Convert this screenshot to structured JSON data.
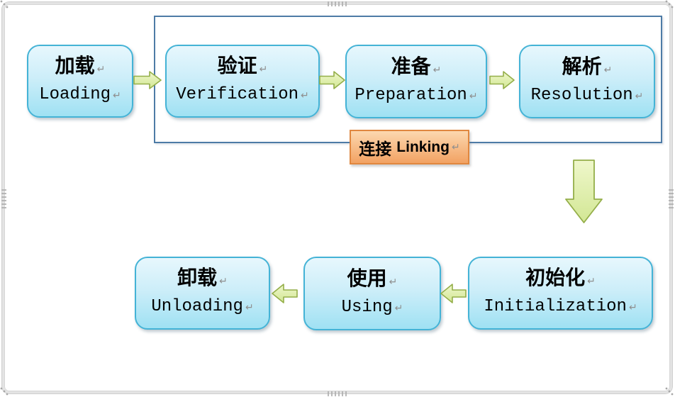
{
  "colors": {
    "box-fill-top": "#e7f7fd",
    "box-fill-bottom": "#9fe1f3",
    "box-border": "#44b3d6",
    "arrow-fill-top": "#eff7cb",
    "arrow-fill-bottom": "#d2e794",
    "arrow-border": "#94ae49",
    "link-fill-top": "#fcd8af",
    "link-fill-bottom": "#f2a263",
    "link-border": "#e0873f",
    "group-border": "#4d7ba6",
    "frame-gray": "#e3e3e3",
    "text": "#000000",
    "mark": "#8f8f8f"
  },
  "stages": [
    {
      "zh": "加载",
      "en": "Loading"
    },
    {
      "zh": "验证",
      "en": "Verification"
    },
    {
      "zh": "准备",
      "en": "Preparation"
    },
    {
      "zh": "解析",
      "en": "Resolution"
    },
    {
      "zh": "初始化",
      "en": "Initialization"
    },
    {
      "zh": "使用",
      "en": "Using"
    },
    {
      "zh": "卸载",
      "en": "Unloading"
    }
  ],
  "linking": {
    "zh": "连接",
    "en": "Linking"
  },
  "return_mark": "↵"
}
